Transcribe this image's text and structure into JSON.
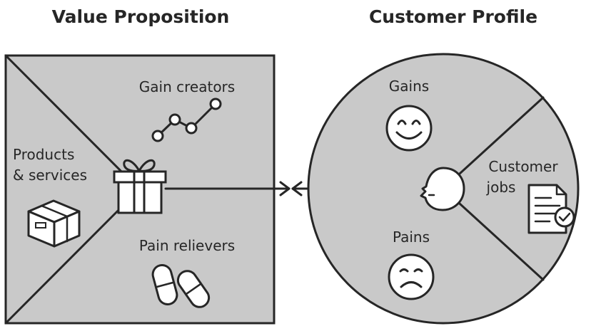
{
  "value_proposition": {
    "title": "Value Proposition",
    "gain_creators": "Gain creators",
    "products_line1": "Products",
    "products_line2": "& services",
    "pain_relievers": "Pain relievers"
  },
  "customer_profile": {
    "title": "Customer Profile",
    "gains": "Gains",
    "pains": "Pains",
    "jobs_line1": "Customer",
    "jobs_line2": "jobs"
  },
  "colors": {
    "fill": "#c9c9c9",
    "stroke": "#262626",
    "icon_fill": "#ffffff"
  },
  "icons": [
    "line-chart-icon",
    "gift-icon",
    "box-icon",
    "pills-icon",
    "happy-face-icon",
    "sad-face-icon",
    "document-check-icon",
    "head-icon",
    "arrows-icon"
  ]
}
